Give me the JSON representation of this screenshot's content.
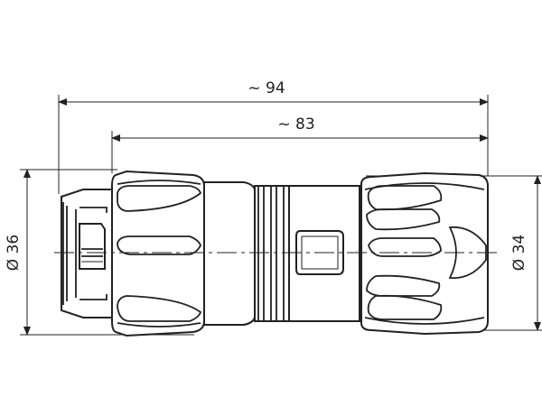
{
  "dimensions": {
    "overall_length": "~ 94",
    "housing_length": "~ 83",
    "front_diameter": "Ø 36",
    "rear_diameter": "Ø 34"
  }
}
